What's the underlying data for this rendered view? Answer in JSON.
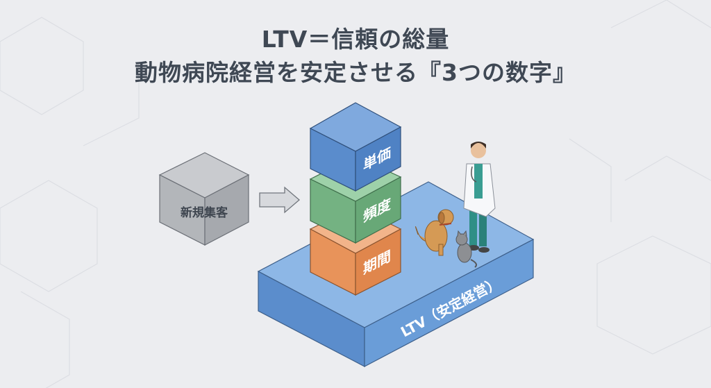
{
  "title": {
    "line1": "LTV＝信頼の総量",
    "line2": "動物病院経営を安定させる『3つの数字』"
  },
  "diagram": {
    "source_box": "新規集客",
    "stack": [
      {
        "label": "単価",
        "color": "#5b8fce"
      },
      {
        "label": "頻度",
        "color": "#6fb07d"
      },
      {
        "label": "期間",
        "color": "#e8935a"
      }
    ],
    "platform_label": "LTV（安定経営）",
    "platform_color": "#6d9fd8",
    "characters": [
      "veterinarian",
      "dog",
      "cat"
    ]
  }
}
